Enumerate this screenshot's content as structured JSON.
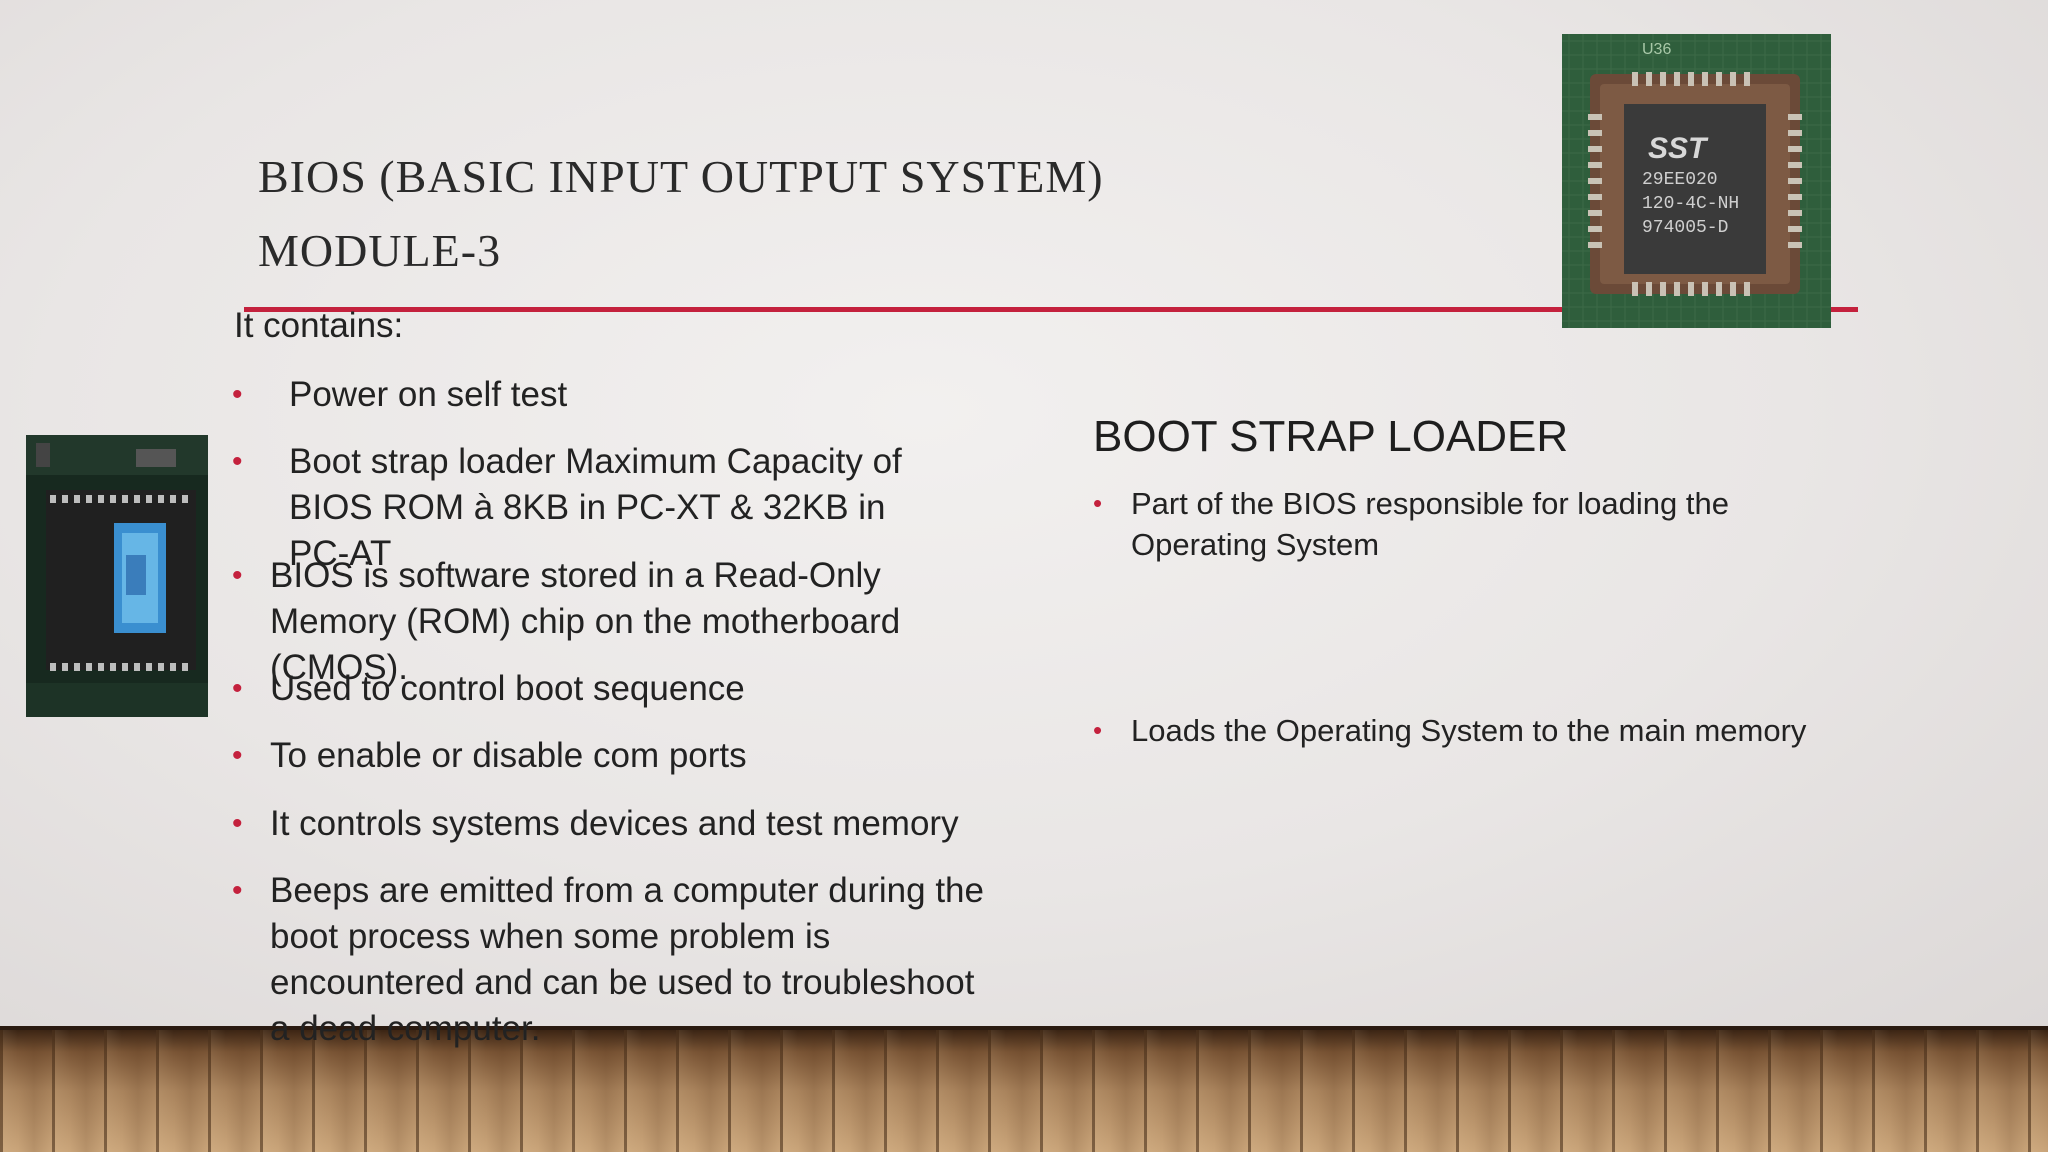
{
  "title": {
    "line1": "BIOS (BASIC INPUT OUTPUT SYSTEM)",
    "line2": "MODULE-3"
  },
  "left": {
    "intro": "It contains:",
    "bullets": [
      "Power on self test",
      "Boot strap loader Maximum Capacity of BIOS ROM à 8KB in PC-XT  &  32KB in PC-AT",
      "BIOS is software stored in a Read-Only Memory (ROM) chip on the motherboard (CMOS).",
      "Used to control boot sequence",
      "To enable or disable com ports",
      "It controls systems devices and test memory",
      "Beeps are emitted from a computer during the boot process when some problem is encountered and can be used to troubleshoot a dead computer."
    ]
  },
  "right": {
    "heading": "BOOT STRAP LOADER",
    "bullets": [
      "Part of the BIOS responsible for loading the Operating System",
      "Loads the Operating System to the main memory"
    ]
  },
  "chip_top": {
    "label_u": "U36",
    "brand": "SST",
    "line1": "29EE020",
    "line2": "120-4C-NH",
    "line3": "974005-D"
  },
  "colors": {
    "accent": "#c4213d"
  }
}
